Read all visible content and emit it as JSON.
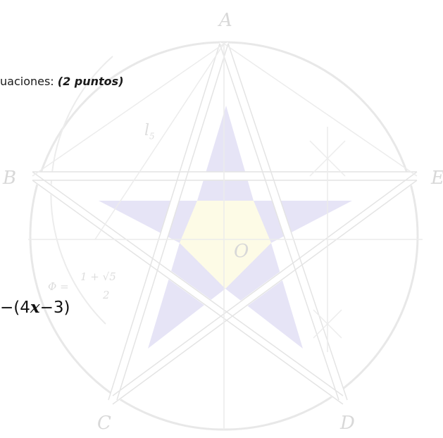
{
  "watermark": {
    "vertices": {
      "a": "A",
      "b": "B",
      "c": "C",
      "d": "D",
      "e": "E",
      "center": "O"
    },
    "side_label": "l",
    "side_subscript": "5",
    "formula_lhs": "Φ =",
    "formula_numerator": "1 + √5",
    "formula_denominator": "2",
    "colors": {
      "star": "#e4e2f4",
      "pentagon": "#fdfbe3",
      "lines": "#e6e6e6"
    }
  },
  "instruction": {
    "text": "uaciones: ",
    "points": "(2 puntos)"
  },
  "equation": {
    "prefix": "−(4",
    "variable": "x",
    "suffix": "−3)"
  }
}
